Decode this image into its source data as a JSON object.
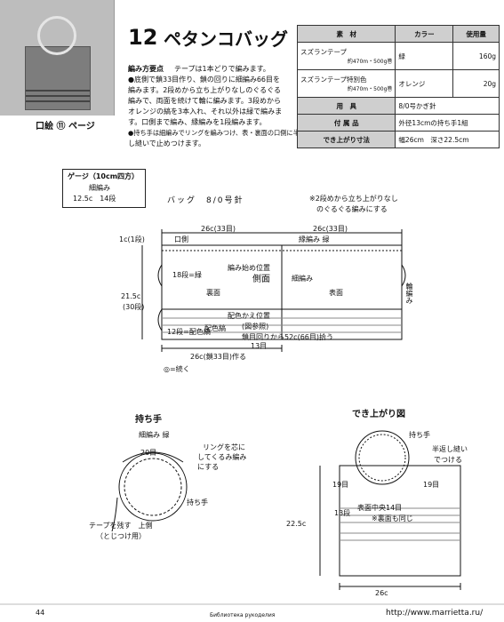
{
  "header": {
    "number": "12",
    "title": "ペタンコバッグ",
    "photo_ref_num": "11",
    "photo_ref": "口絵 ⑪ ページ"
  },
  "notes": {
    "label": "編み方要点",
    "lines": [
      "テープは1本どりで編みます。",
      "●底側で鎖33目作り、鎖の回りに細編み66目を",
      "編みます。2段めから立ち上がりなしのぐるぐる",
      "編みで、両面を続けて輪に編みます。3段めから",
      "オレンジの縞を3本入れ、それ以外は緑で編みま",
      "す。口側まで編み、縁編みを1段編みます。",
      "●持ち手は細編みでリングを編みつけ、表・裏面の口側に半返",
      "し縫いで止めつけます。"
    ]
  },
  "materials": {
    "headers": [
      "素　材",
      "カラー",
      "使用量"
    ],
    "rows": [
      {
        "material": "スズランテープ",
        "sub": "約470m・500g巻",
        "color": "緑",
        "amount": "160g"
      },
      {
        "material": "スズランテープ特別色",
        "sub": "約470m・500g巻",
        "color": "オレンジ",
        "amount": "20g"
      }
    ],
    "tool_label": "用　具",
    "tool_value": "8/0号かぎ針",
    "parts_label": "付 属 品",
    "parts_value": "外径13cmの持ち手1組",
    "size_label": "でき上がり寸法",
    "size_value": "幅26cm　深さ22.5cm"
  },
  "gauge": {
    "title": "ゲージ（10cm四方）",
    "stitch": "細編み",
    "value": "12.5c　14段"
  },
  "bag_diagram": {
    "label": "バッグ　8/0号針",
    "note1": "※2段めから立ち上がりなし",
    "note2": "のぐるぐる編みにする",
    "width_left": "26c(33目)",
    "width_right": "26c(33目)",
    "row1": "1c(1段)",
    "mouth": "口側",
    "edging": "縁編み 緑",
    "start_pos": "編み始め位置",
    "side": "側面",
    "sc_left": "18段=緑",
    "sc_right": "細編み",
    "face_front": "表面",
    "face_back": "裏面",
    "color_change": "配色かえ位置",
    "see_fig": "(図参照)",
    "stripe": "配色縞",
    "orange_rows": "12段=配色縞",
    "height": "21.5c",
    "height_rows": "(30段)",
    "pickup": "鎖目回りから52c(66目)拾う",
    "rows13": "13目",
    "chain": "26c(鎖33目)作る",
    "continue": "◎=続く",
    "round": "輪編み"
  },
  "handle_diagram": {
    "title": "持ち手",
    "stitch": "細編み 緑",
    "core_note1": "リングを芯に",
    "core_note2": "してくるみ編み",
    "core_note3": "にする",
    "count": "20目",
    "handle": "持ち手",
    "tape_note1": "テープを残す　上側",
    "tape_note2": "（とじつけ用）"
  },
  "finish_diagram": {
    "title": "でき上がり図",
    "handle": "持ち手",
    "sew1": "半返し縫い",
    "sew2": "でつける",
    "left19": "19目",
    "right19": "19目",
    "rows13": "13段",
    "center": "表面中央14目",
    "back_same": "※裏面も同じ",
    "height": "22.5c",
    "width": "26c"
  },
  "footer": {
    "page": "44",
    "mid": "Библиотека рукоделия",
    "url": "http://www.marrietta.ru/"
  }
}
